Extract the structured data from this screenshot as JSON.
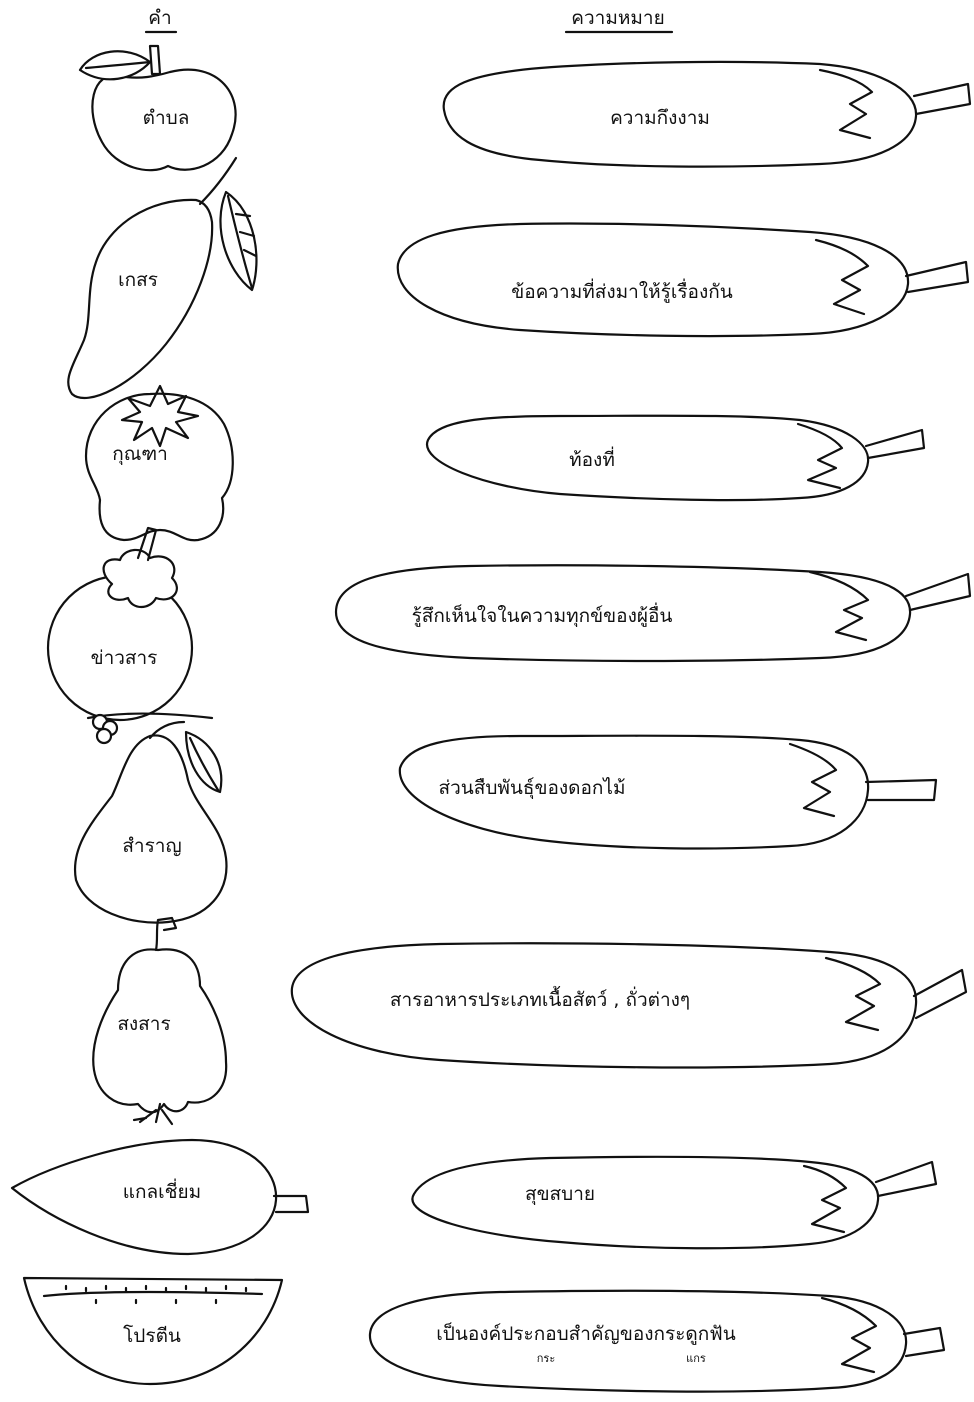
{
  "headers": {
    "word": "คำ",
    "meaning": "ความหมาย"
  },
  "words": [
    "ตำบล",
    "เกสร",
    "กุณฑา",
    "ข่าวสาร",
    "สำราญ",
    "สงสาร",
    "แกลเชี่ยม",
    "โปรตีน"
  ],
  "meanings": [
    "ความกึงงาม",
    "ข้อความที่ส่งมาให้รู้เรื่องกัน",
    "ท้องที่",
    "รู้สึกเห็นใจในความทุกข์ของผู้อื่น",
    "ส่วนสืบพันธุ์ของดอกไม้",
    "สารอาหารประเภทเนื้อสัตว์ , ถั่วต่างๆ",
    "สุขสบาย",
    "เป็นองค์ประกอบสำคัญของกระดูกฟัน"
  ],
  "meaning_sub_notes": [
    "กระ",
    "แกร"
  ]
}
